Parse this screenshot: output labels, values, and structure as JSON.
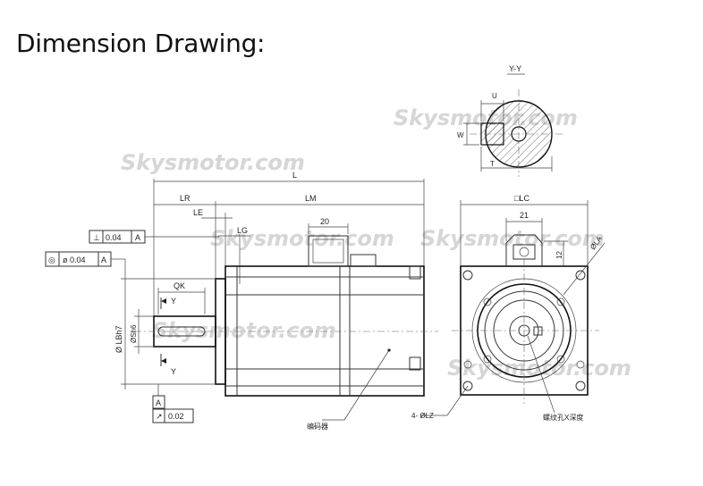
{
  "title": "Dimension Drawing:",
  "watermark": "Skysmotor.com",
  "section_view": {
    "label": "Y-Y",
    "dims": {
      "u": "U",
      "w": "W",
      "t": "T"
    }
  },
  "side_view": {
    "dims": {
      "l": "L",
      "lr": "LR",
      "lm": "LM",
      "le": "LE",
      "lg": "LG",
      "keylen": "20",
      "qk": "QK",
      "y_top": "Y",
      "y_bot": "Y",
      "lb": "Ø LBh7",
      "s": "ØSh6"
    },
    "tolerances": {
      "perp": {
        "symbol": "⊥",
        "value": "0.04",
        "datum": "A"
      },
      "conc": {
        "symbol": "◎",
        "value": "ø 0.04",
        "datum": "A"
      },
      "datum": "A",
      "runout": {
        "symbol": "↗",
        "value": "0.02"
      }
    },
    "encoder_label": "编码器"
  },
  "front_view": {
    "dims": {
      "lc": "□LC",
      "width21": "21",
      "h12": "12",
      "la": "ØLA",
      "lz": "4- ØLZ"
    },
    "thread_note": "螺纹孔X深度"
  }
}
